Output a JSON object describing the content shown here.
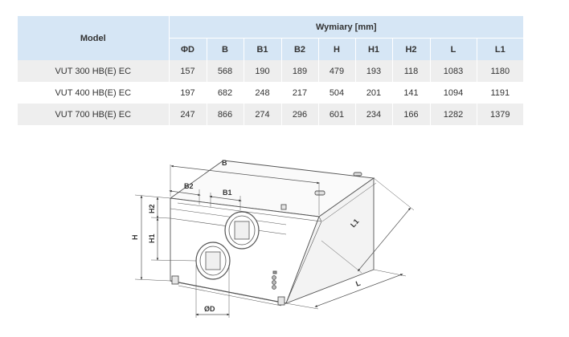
{
  "table": {
    "model_header": "Model",
    "group_header": "Wymiary [mm]",
    "columns": [
      "ΦD",
      "B",
      "B1",
      "B2",
      "H",
      "H1",
      "H2",
      "L",
      "L1"
    ],
    "rows": [
      {
        "model": "VUT 300 HB(E) EC",
        "values": [
          "157",
          "568",
          "190",
          "189",
          "479",
          "193",
          "118",
          "1083",
          "1180"
        ]
      },
      {
        "model": "VUT 400 HB(E) EC",
        "values": [
          "197",
          "682",
          "248",
          "217",
          "504",
          "201",
          "141",
          "1094",
          "1191"
        ]
      },
      {
        "model": "VUT 700 HB(E) EC",
        "values": [
          "247",
          "866",
          "274",
          "296",
          "601",
          "234",
          "166",
          "1282",
          "1379"
        ]
      }
    ]
  },
  "drawing": {
    "labels": {
      "B": "B",
      "B1": "B1",
      "B2": "B2",
      "H": "H",
      "H1": "H1",
      "H2": "H2",
      "L": "L",
      "L1": "L1",
      "D": "ØD"
    }
  }
}
